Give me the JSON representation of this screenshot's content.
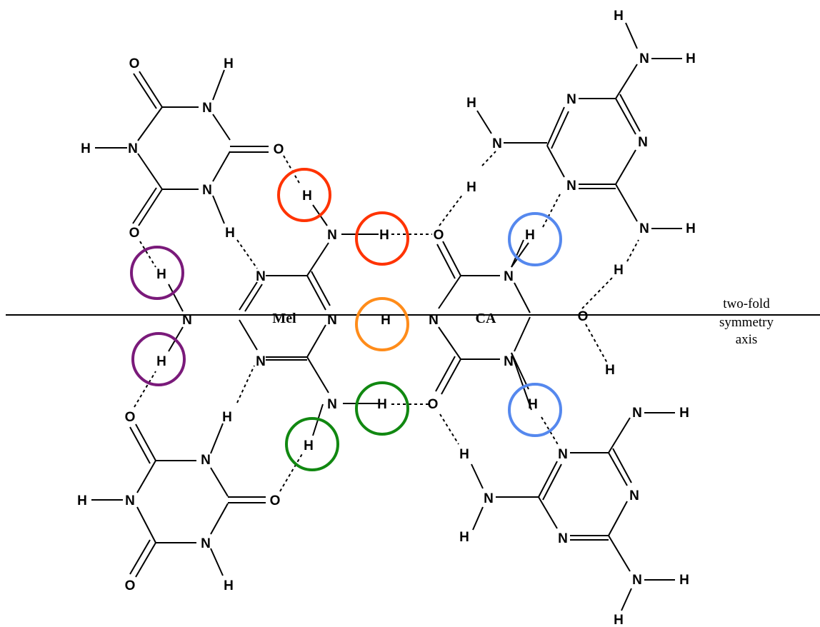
{
  "labels": {
    "mel": "Mel",
    "ca": "CA",
    "axis_line1": "two-fold",
    "axis_line2": "symmetry",
    "axis_line3": "axis"
  },
  "atoms": {
    "hydrogen": "H",
    "nitrogen": "N",
    "oxygen": "O"
  },
  "colors": {
    "red": "#ff3300",
    "blue": "#5588ee",
    "purple": "#7a1a7a",
    "orange": "#ff8c1a",
    "green": "#118811"
  }
}
